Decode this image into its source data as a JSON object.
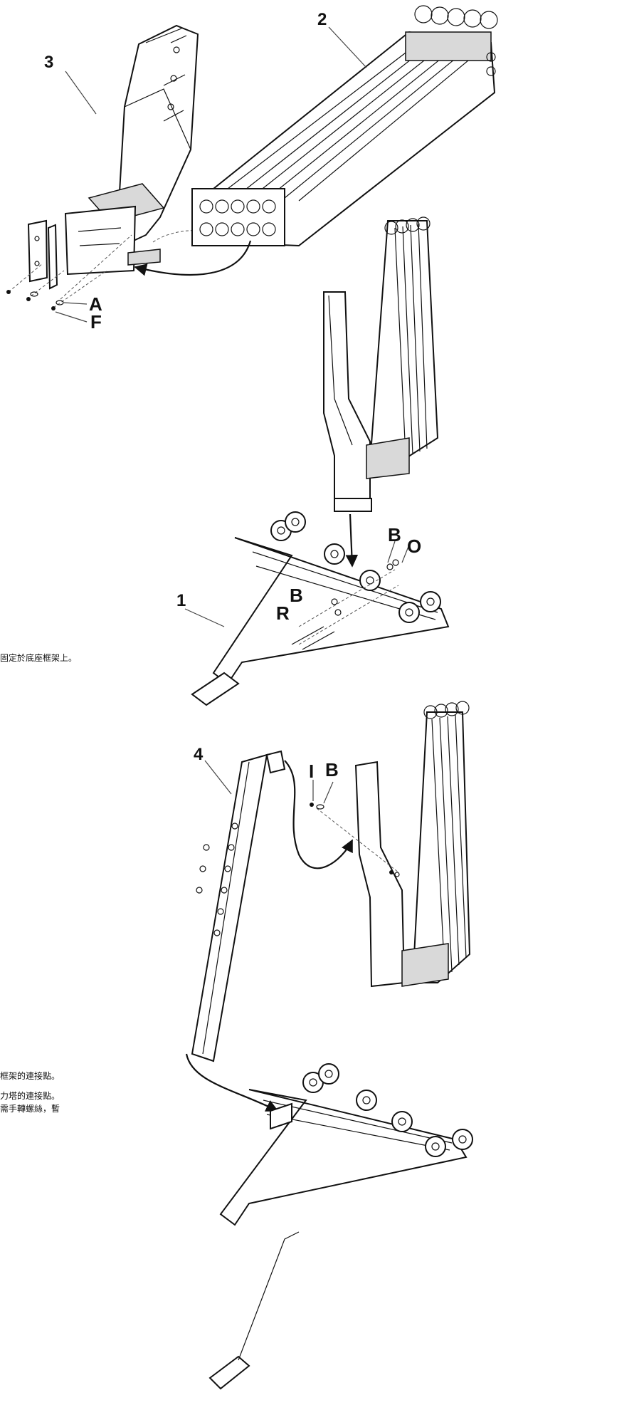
{
  "labels": {
    "part3": "3",
    "part2": "2",
    "partA": "A",
    "partF": "F",
    "partB_top": "B",
    "partO": "O",
    "partB_mid": "B",
    "partR": "R",
    "part1": "1",
    "part4": "4",
    "partI": "I",
    "partB_bottom": "B"
  },
  "instructions": {
    "step_a_fragment": "固定於底座框架上。",
    "step_b_line1": "框架的連接點。",
    "step_b_line2": "力塔的連接點。",
    "step_b_line3": "需手轉螺絲，暫"
  }
}
